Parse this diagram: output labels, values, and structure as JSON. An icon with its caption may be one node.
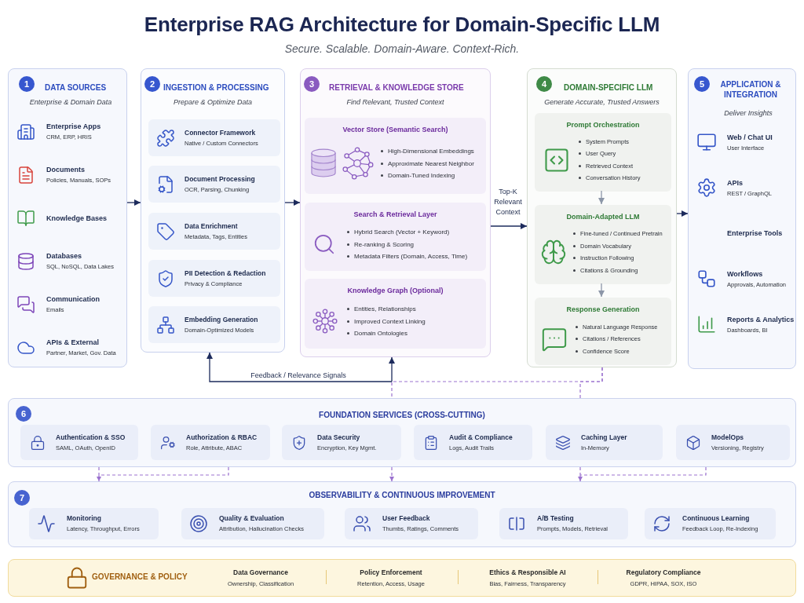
{
  "diagram": {
    "title": "Enterprise RAG Architecture for Domain-Specific LLM",
    "nodes": [
      {
        "text": [
          "DATA SOURCES",
          "Enterprise & Domain Data",
          "Enterprise Apps",
          "CRM, ERP, HRIS",
          "Documents",
          "Policies, Manuals, SOPs",
          "Knowledge Bases",
          "Databases",
          "SQL, NoSQL, Data Lakes",
          "Communication",
          "Emails",
          "APIs & External",
          "Partner, Market, Gov. Data"
        ]
      },
      {
        "text": [
          "1"
        ],
        "in": 0
      },
      {
        "text": [
          "INGESTION & PROCESSING",
          "Prepare & Optimize Data"
        ]
      },
      {
        "text": [
          "2"
        ],
        "in": 2
      },
      {
        "text": [
          "Connector Framework",
          "Native / Custom Connectors"
        ],
        "in": 2
      },
      {
        "text": [
          "Document Processing",
          "OCR, Parsing, Chunking"
        ],
        "in": 2
      },
      {
        "text": [
          "Data Enrichment",
          "Metadata, Tags, Entities"
        ],
        "in": 2
      },
      {
        "text": [
          "PII Detection & Redaction",
          "Privacy & Compliance"
        ],
        "in": 2
      },
      {
        "text": [
          "Embedding Generation",
          "Domain-Optimized Models"
        ],
        "in": 2
      },
      {
        "text": [
          "RETRIEVAL & KNOWLEDGE STORE",
          "Find Relevant, Trusted Context"
        ]
      },
      {
        "text": [
          "3"
        ],
        "in": 9
      },
      {
        "text": [
          "Vector Store (Semantic Search)",
          "High-Dimensional Embeddings",
          "Approximate Nearest Neighbor",
          "Domain-Tuned Indexing"
        ],
        "in": 9
      },
      {
        "text": [
          "Search & Retrieval Layer",
          "Hybrid Search (Vector + Keyword)",
          "Re-ranking & Scoring",
          "Metadata Filters (Domain, Access, Time)"
        ],
        "in": 9
      },
      {
        "text": [
          "Knowledge Graph (Optional)",
          "Entities, Relationships",
          "Improved Context Linking",
          "Domain Ontologies"
        ],
        "in": 9
      },
      {
        "text": [
          "DOMAIN-SPECIFIC LLM",
          "Generate Accurate, Trusted Answers"
        ]
      },
      {
        "text": [
          "4"
        ],
        "in": 14
      },
      {
        "text": [
          "Prompt Orchestration",
          "System Prompts",
          "User Query",
          "Retrieved Context",
          "Conversation History"
        ],
        "in": 14
      },
      {
        "text": [
          "Domain-Adapted LLM",
          "Fine-tuned / Continued Pretrain",
          "Domain Vocabulary",
          "Instruction Following",
          "Citations & Grounding"
        ],
        "in": 14
      },
      {
        "text": [
          "Response Generation",
          "Natural Language Response",
          "Citations / References",
          "Confidence Score"
        ],
        "in": 14
      },
      {
        "text": [
          "APPLICATION & INTEGRATION",
          "Deliver Insights",
          "Web / Chat UI",
          "User Interface",
          "APIs",
          "REST / GraphQL",
          "Enterprise Tools",
          "Workflows",
          "Approvals, Automation",
          "Reports & Analytics",
          "Dashboards, BI"
        ]
      },
      {
        "text": [
          "5"
        ],
        "in": 19
      },
      {
        "text": [
          "FOUNDATION SERVICES (CROSS-CUTTING)"
        ]
      },
      {
        "text": [
          "6"
        ],
        "in": 21
      },
      {
        "text": [
          "Authentication & SSO",
          "SAML, OAuth, OpenID"
        ],
        "in": 21
      },
      {
        "text": [
          "Authorization & RBAC",
          "Role, Attribute, ABAC"
        ],
        "in": 21
      },
      {
        "text": [
          "Data Security",
          "Encryption, Key Mgmt."
        ],
        "in": 21
      },
      {
        "text": [
          "Audit & Compliance",
          "Logs, Audit Trails"
        ],
        "in": 21
      },
      {
        "text": [
          "Caching Layer",
          "In-Memory"
        ],
        "in": 21
      },
      {
        "text": [
          "ModelOps",
          "Versioning, Registry"
        ],
        "in": 21
      },
      {
        "text": [
          "OBSERVABILITY & CONTINUOUS IMPROVEMENT"
        ]
      },
      {
        "text": [
          "7"
        ],
        "in": 29
      },
      {
        "text": [
          "Monitoring",
          "Latency, Throughput, Errors"
        ],
        "in": 29
      },
      {
        "text": [
          "Quality & Evaluation",
          "Attribution, Hallucination Checks"
        ],
        "in": 29
      },
      {
        "text": [
          "User Feedback",
          "Thumbs, Ratings, Comments"
        ],
        "in": 29
      },
      {
        "text": [
          "A/B Testing",
          "Prompts, Models, Retrieval"
        ],
        "in": 29
      },
      {
        "text": [
          "Continuous Learning",
          "Feedback Loop, Re-Indexing"
        ],
        "in": 29
      },
      {
        "text": [
          "GOVERNANCE & POLICY",
          "Data Governance",
          "Ownership, Classification",
          "Policy Enforcement",
          "Retention, Access, Usage",
          "Ethics & Responsible AI",
          "Bias, Fairness, Transparency",
          "Regulatory Compliance",
          "GDPR, HIPAA, SOX, ISO"
        ]
      }
    ],
    "edges": [
      {
        "from": 0,
        "to": 2,
        "arrow": "to"
      },
      {
        "from": 2,
        "to": 9,
        "arrow": "to"
      },
      {
        "from": 9,
        "to": 14,
        "arrow": "to",
        "label": "Top-K Relevant Context"
      },
      {
        "from": 14,
        "to": 19,
        "arrow": "to"
      },
      {
        "from": 16,
        "to": 17,
        "arrow": "to",
        "color": "#8c96a8"
      },
      {
        "from": 17,
        "to": 18,
        "arrow": "to",
        "color": "#8c96a8"
      },
      {
        "from": null,
        "to": 2,
        "arrow": "to",
        "label": "Feedback / Relevance Signals"
      },
      {
        "from": null,
        "to": 9,
        "arrow": "to"
      },
      {
        "from": 14,
        "to": 21,
        "arrow": "none",
        "style": "dashed",
        "color": "#9b72cf"
      },
      {
        "from": 14,
        "to": 21,
        "arrow": "none",
        "style": "dashed",
        "color": "#9b72cf"
      },
      {
        "from": 21,
        "to": 29,
        "arrow": "to",
        "style": "dashed",
        "color": "#9b72cf"
      },
      {
        "from": 21,
        "to": 29,
        "arrow": "to",
        "style": "dashed",
        "color": "#9b72cf"
      },
      {
        "from": 21,
        "to": 29,
        "arrow": "to",
        "style": "dashed",
        "color": "#9b72cf"
      }
    ],
    "labels": [
      "Secure. Scalable. Domain-Aware. Context-Rich."
    ]
  }
}
